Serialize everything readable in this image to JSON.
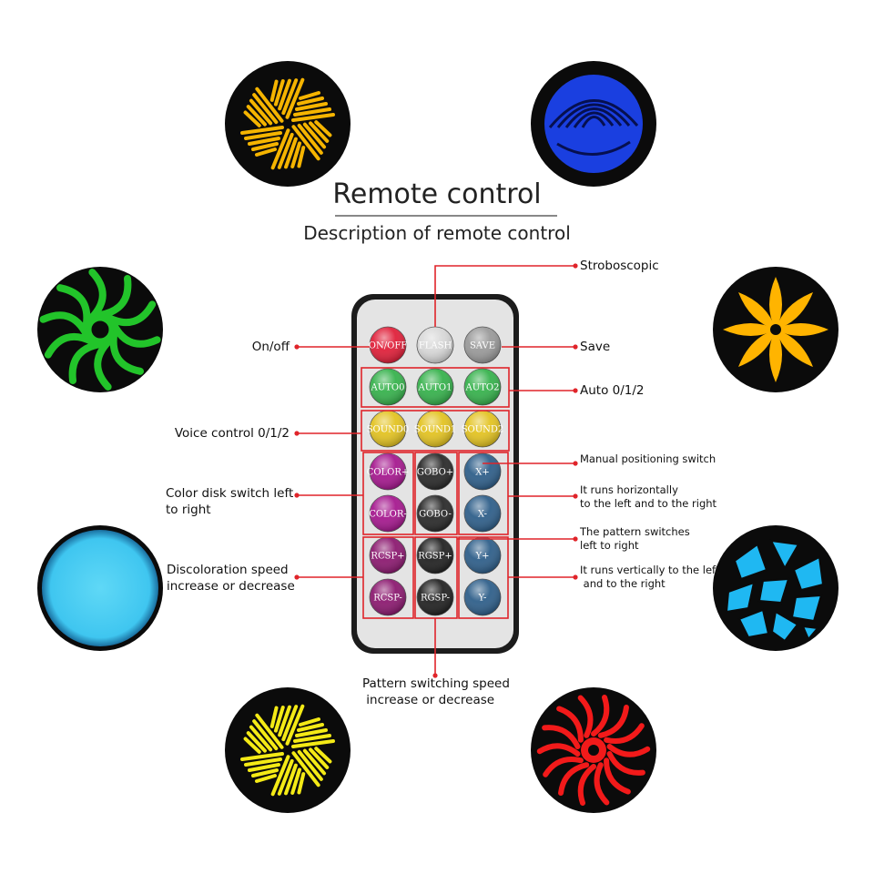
{
  "header": {
    "title": "Remote control",
    "subtitle": "Description of remote control"
  },
  "remote": {
    "rows": [
      [
        {
          "label": "ON/OFF",
          "color": "#e0203a"
        },
        {
          "label": "FLASH",
          "color": "#d8d8d8"
        },
        {
          "label": "SAVE",
          "color": "#9a9a9a"
        }
      ],
      [
        {
          "label": "AUTO0",
          "color": "#37b24d"
        },
        {
          "label": "AUTO1",
          "color": "#37b24d"
        },
        {
          "label": "AUTO2",
          "color": "#37b24d"
        }
      ],
      [
        {
          "label": "SOUND0",
          "color": "#e3c322"
        },
        {
          "label": "SOUND1",
          "color": "#e3c322"
        },
        {
          "label": "SOUND2",
          "color": "#e3c322"
        }
      ],
      [
        {
          "label": "COLOR+",
          "color": "#a6198f"
        },
        {
          "label": "GOBO+",
          "color": "#2a2a2a"
        },
        {
          "label": "X+",
          "color": "#2f5f8a"
        }
      ],
      [
        {
          "label": "COLOR-",
          "color": "#a6198f"
        },
        {
          "label": "GOBO-",
          "color": "#2a2a2a"
        },
        {
          "label": "X-",
          "color": "#2f5f8a"
        }
      ],
      [
        {
          "label": "RCSP+",
          "color": "#8c1a70"
        },
        {
          "label": "RGSP+",
          "color": "#222222"
        },
        {
          "label": "Y+",
          "color": "#2f5f8a"
        }
      ],
      [
        {
          "label": "RCSP-",
          "color": "#8c1a70"
        },
        {
          "label": "RGSP-",
          "color": "#222222"
        },
        {
          "label": "Y-",
          "color": "#2f5f8a"
        }
      ]
    ]
  },
  "annotations": {
    "stroboscopic": "Stroboscopic",
    "on_off": "On/off",
    "save": "Save",
    "auto": "Auto 0/1/2",
    "voice": "Voice control 0/1/2",
    "manual_positioning": "Manual positioning switch",
    "color_disk": "Color disk switch left\nto right",
    "horizontal": "It runs horizontally\nto the left and to the right",
    "pattern_switches": "The pattern switches\nleft to right",
    "discoloration": "Discoloration speed\nincrease or decrease",
    "vertical": "It runs vertically to the left\n and to the right",
    "pattern_speed": "Pattern switching speed\n increase or decrease"
  },
  "colors": {
    "callout": "#e0242a",
    "gobo_orange": "#f5b400",
    "gobo_blue": "#1a3fe0",
    "gobo_green": "#22c42a",
    "gobo_amber": "#ffb400",
    "gobo_cyan": "#3fc6f0",
    "gobo_sky": "#1fb8f2",
    "gobo_yellow": "#f4ea16",
    "gobo_red": "#f21a1a"
  },
  "gobos": [
    {
      "name": "pinwheel-gobo",
      "color": "#f5b400"
    },
    {
      "name": "rose-gobo",
      "color": "#1a3fe0"
    },
    {
      "name": "swirl-gobo",
      "color": "#22c42a"
    },
    {
      "name": "flower-gobo",
      "color": "#ffb400"
    },
    {
      "name": "solid-gobo",
      "color": "#3fc6f0"
    },
    {
      "name": "shards-gobo",
      "color": "#1fb8f2"
    },
    {
      "name": "star-gobo",
      "color": "#f4ea16"
    },
    {
      "name": "sun-gobo",
      "color": "#f21a1a"
    }
  ]
}
